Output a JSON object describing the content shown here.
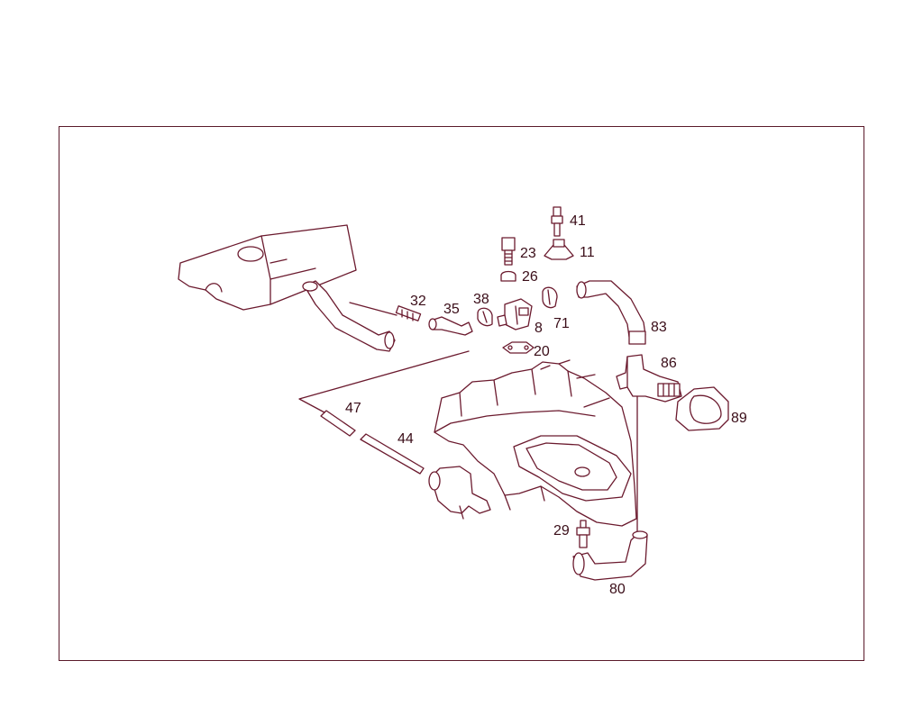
{
  "diagram": {
    "callouts": [
      {
        "id": "c41",
        "text": "41"
      },
      {
        "id": "c23",
        "text": "23"
      },
      {
        "id": "c11",
        "text": "11"
      },
      {
        "id": "c26",
        "text": "26"
      },
      {
        "id": "c32",
        "text": "32"
      },
      {
        "id": "c35",
        "text": "35"
      },
      {
        "id": "c38",
        "text": "38"
      },
      {
        "id": "c8",
        "text": "8"
      },
      {
        "id": "c71",
        "text": "71"
      },
      {
        "id": "c83",
        "text": "83"
      },
      {
        "id": "c20",
        "text": "20"
      },
      {
        "id": "c86",
        "text": "86"
      },
      {
        "id": "c89",
        "text": "89"
      },
      {
        "id": "c47",
        "text": "47"
      },
      {
        "id": "c44",
        "text": "44"
      },
      {
        "id": "c29",
        "text": "29"
      },
      {
        "id": "c80",
        "text": "80"
      }
    ]
  }
}
